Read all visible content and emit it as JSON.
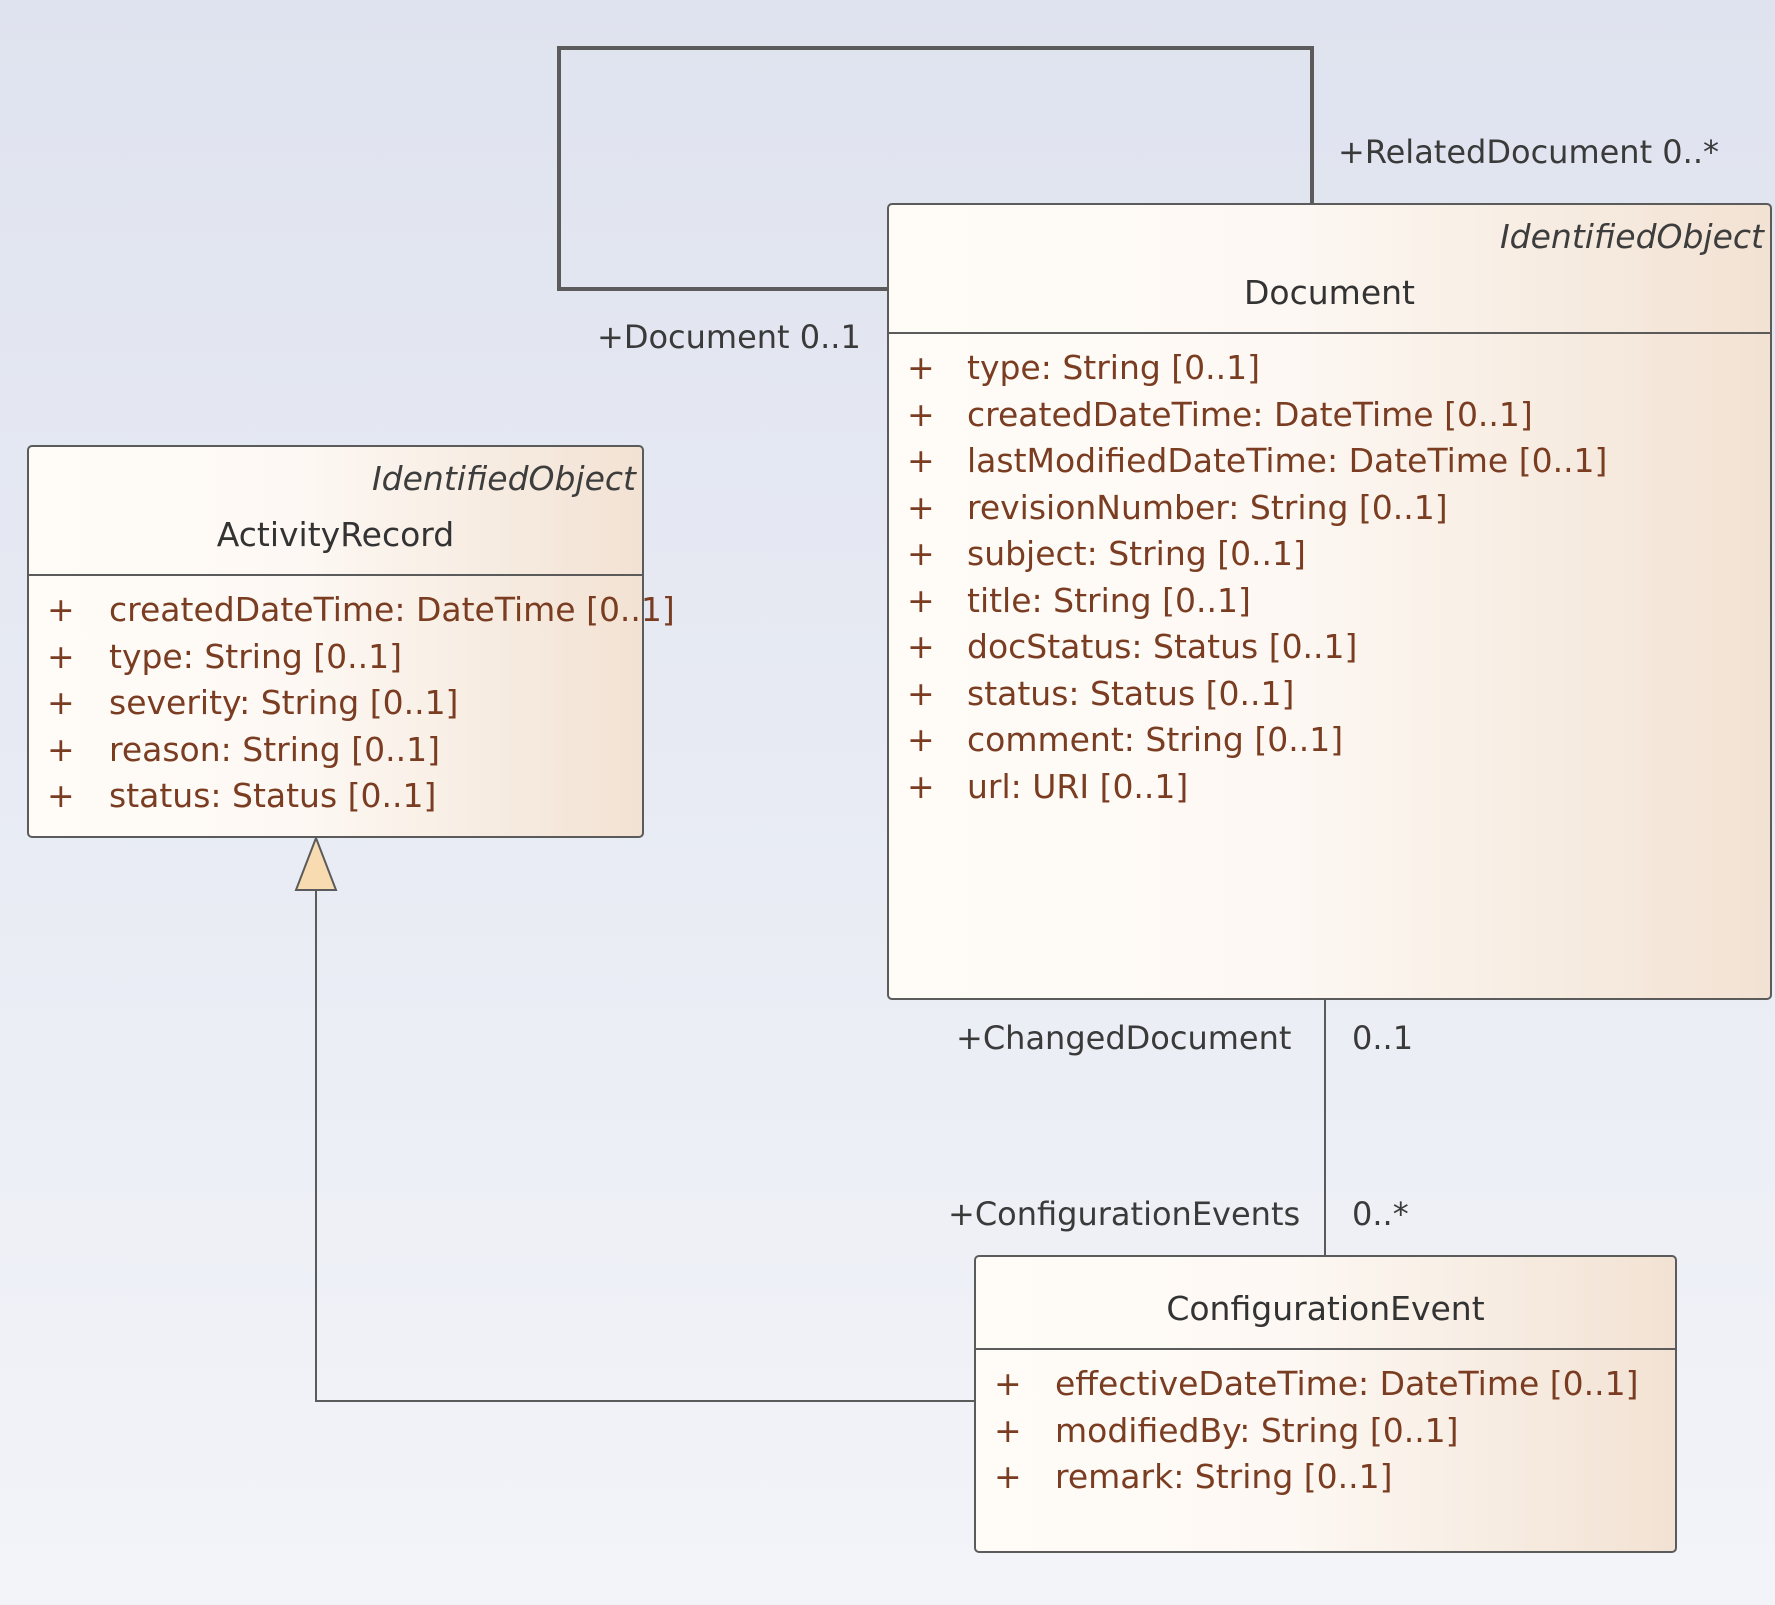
{
  "classes": {
    "document": {
      "stereotype": "IdentifiedObject",
      "name": "Document",
      "attributes": [
        {
          "visibility": "+",
          "text": "type: String [0..1]"
        },
        {
          "visibility": "+",
          "text": "createdDateTime: DateTime [0..1]"
        },
        {
          "visibility": "+",
          "text": "lastModifiedDateTime: DateTime [0..1]"
        },
        {
          "visibility": "+",
          "text": "revisionNumber: String [0..1]"
        },
        {
          "visibility": "+",
          "text": "subject: String [0..1]"
        },
        {
          "visibility": "+",
          "text": "title: String [0..1]"
        },
        {
          "visibility": "+",
          "text": "docStatus: Status [0..1]"
        },
        {
          "visibility": "+",
          "text": "status: Status [0..1]"
        },
        {
          "visibility": "+",
          "text": "comment: String [0..1]"
        },
        {
          "visibility": "+",
          "text": "url: URI [0..1]"
        }
      ]
    },
    "activity_record": {
      "stereotype": "IdentifiedObject",
      "name": "ActivityRecord",
      "attributes": [
        {
          "visibility": "+",
          "text": "createdDateTime: DateTime [0..1]"
        },
        {
          "visibility": "+",
          "text": "type: String [0..1]"
        },
        {
          "visibility": "+",
          "text": "severity: String [0..1]"
        },
        {
          "visibility": "+",
          "text": "reason: String [0..1]"
        },
        {
          "visibility": "+",
          "text": "status: Status [0..1]"
        }
      ]
    },
    "configuration_event": {
      "name": "ConfigurationEvent",
      "attributes": [
        {
          "visibility": "+",
          "text": "effectiveDateTime: DateTime [0..1]"
        },
        {
          "visibility": "+",
          "text": "modifiedBy: String [0..1]"
        },
        {
          "visibility": "+",
          "text": "remark: String [0..1]"
        }
      ]
    }
  },
  "associations": {
    "self_related": {
      "target_role": "+RelatedDocument 0..*",
      "source_role": "+Document 0..1"
    },
    "changed_document": {
      "role": "+ChangedDocument",
      "multiplicity": "0..1"
    },
    "configuration_events": {
      "role": "+ConfigurationEvents",
      "multiplicity": "0..*"
    }
  },
  "colors": {
    "line": "#5b5b5b",
    "attribute_text": "#7a3d22",
    "generalization_arrow_fill": "#f8dbb0"
  }
}
